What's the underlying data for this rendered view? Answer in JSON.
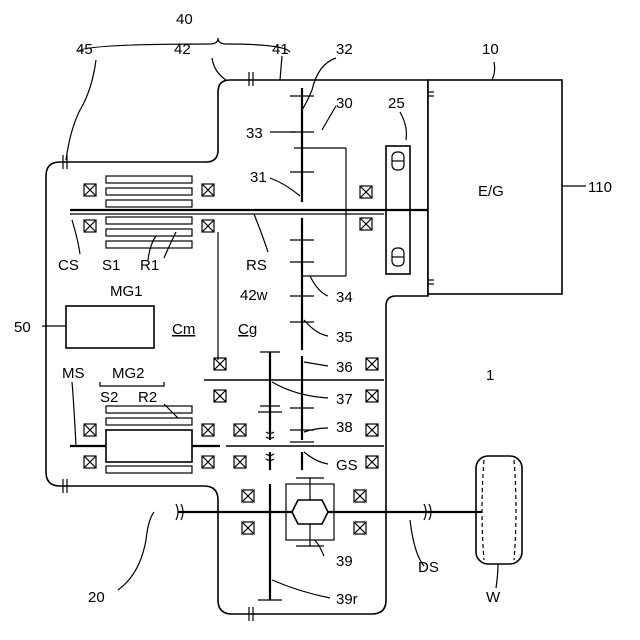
{
  "labels": {
    "n40": "40",
    "n45": "45",
    "n42": "42",
    "n41": "41",
    "n32": "32",
    "n10": "10",
    "n30": "30",
    "n25": "25",
    "n33": "33",
    "n31": "31",
    "eg": "E/G",
    "n110": "110",
    "cs": "CS",
    "s1": "S1",
    "r1": "R1",
    "rs": "RS",
    "mg1": "MG1",
    "n34": "34",
    "n42w": "42w",
    "n50": "50",
    "cm": "Cm",
    "cg": "Cg",
    "n35": "35",
    "n36": "36",
    "ms": "MS",
    "mg2": "MG2",
    "n1": "1",
    "s2": "S2",
    "r2": "R2",
    "n37": "37",
    "n38": "38",
    "gs": "GS",
    "n20": "20",
    "ds": "DS",
    "n39": "39",
    "w": "W",
    "n39r": "39r"
  }
}
